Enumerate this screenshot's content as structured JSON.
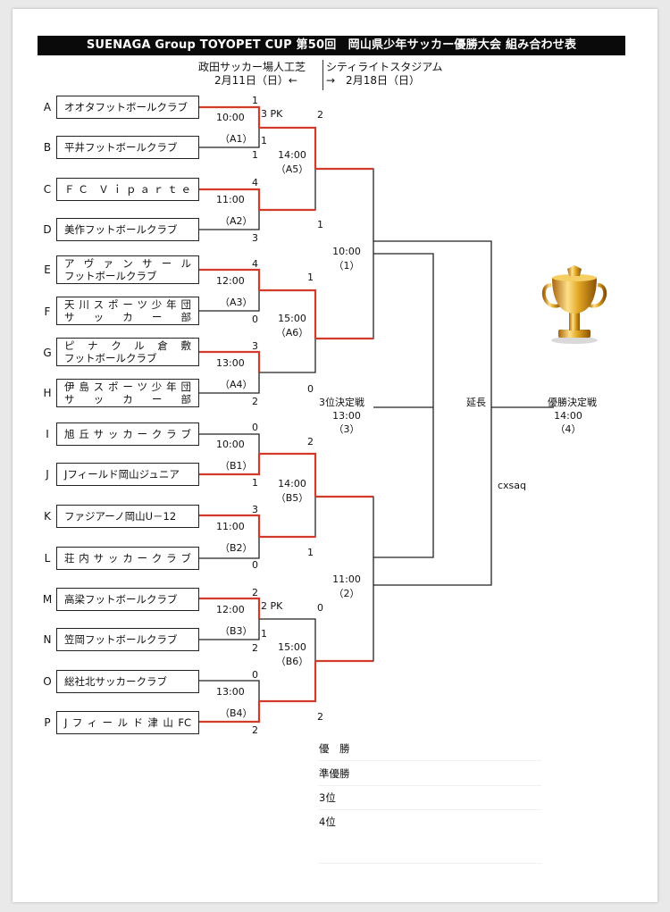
{
  "title": "SUENAGA Group TOYOPET CUP 第50回　岡山県少年サッカー優勝大会 組み合わせ表",
  "venues": {
    "left_name": "政田サッカー場人工芝",
    "left_date": "2月11日（日）←",
    "right_name": "シティライトスタジアム",
    "right_date": "→　2月18日（日）"
  },
  "teams": [
    {
      "letter": "A",
      "lines": [
        "オオタフットボールクラブ"
      ]
    },
    {
      "letter": "B",
      "lines": [
        "平井フットボールクラブ"
      ]
    },
    {
      "letter": "C",
      "lines": [
        "ＦＣ Ｖｉｐａｒｔｅ"
      ]
    },
    {
      "letter": "D",
      "lines": [
        "美作フットボールクラブ"
      ]
    },
    {
      "letter": "E",
      "lines": [
        "アヴァンサール",
        "フットボールクラブ"
      ]
    },
    {
      "letter": "F",
      "lines": [
        "天川スポーツ少年団",
        "サッカー部"
      ]
    },
    {
      "letter": "G",
      "lines": [
        "ピナクル倉敷",
        "フットボールクラブ"
      ]
    },
    {
      "letter": "H",
      "lines": [
        "伊島スポーツ少年団",
        "サッカー部"
      ]
    },
    {
      "letter": "I",
      "lines": [
        "旭丘サッカークラブ"
      ]
    },
    {
      "letter": "J",
      "lines": [
        "Jフィールド岡山ジュニア"
      ]
    },
    {
      "letter": "K",
      "lines": [
        "ファジアーノ岡山U－12"
      ]
    },
    {
      "letter": "L",
      "lines": [
        "荘内サッカークラブ"
      ]
    },
    {
      "letter": "M",
      "lines": [
        "高梁フットボールクラブ"
      ]
    },
    {
      "letter": "N",
      "lines": [
        "笠岡フットボールクラブ"
      ]
    },
    {
      "letter": "O",
      "lines": [
        "総社北サッカークラブ"
      ]
    },
    {
      "letter": "P",
      "lines": [
        "Jフィールド津山FC"
      ]
    }
  ],
  "round1": [
    {
      "time": "10:00",
      "id": "（A1）",
      "score_top": "1",
      "score_bottom": "1",
      "pk_top": "3 PK",
      "pk_bottom": "1"
    },
    {
      "time": "11:00",
      "id": "（A2）",
      "score_top": "4",
      "score_bottom": "3"
    },
    {
      "time": "12:00",
      "id": "（A3）",
      "score_top": "4",
      "score_bottom": "0"
    },
    {
      "time": "13:00",
      "id": "（A4）",
      "score_top": "3",
      "score_bottom": "2"
    },
    {
      "time": "10:00",
      "id": "（B1）",
      "score_top": "0",
      "score_bottom": "1"
    },
    {
      "time": "11:00",
      "id": "（B2）",
      "score_top": "3",
      "score_bottom": "0"
    },
    {
      "time": "12:00",
      "id": "（B3）",
      "score_top": "2",
      "score_bottom": "2",
      "pk_top": "2 PK",
      "pk_bottom": "1"
    },
    {
      "time": "13:00",
      "id": "（B4）",
      "score_top": "0",
      "score_bottom": "2"
    }
  ],
  "quarterfinals": [
    {
      "time": "14:00",
      "id": "（A5）",
      "score_top": "2",
      "score_bottom": "1"
    },
    {
      "time": "15:00",
      "id": "（A6）",
      "score_top": "1",
      "score_bottom": "0"
    },
    {
      "time": "14:00",
      "id": "（B5）",
      "score_top": "2",
      "score_bottom": "1"
    },
    {
      "time": "15:00",
      "id": "（B6）",
      "score_top": "0",
      "score_bottom": "2"
    }
  ],
  "semifinals": [
    {
      "time": "10:00",
      "id": "（1）"
    },
    {
      "time": "11:00",
      "id": "（2）"
    }
  ],
  "third_place": {
    "label": "3位決定戦",
    "time": "13:00",
    "id": "（3）"
  },
  "final": {
    "label": "優勝決定戦",
    "time": "14:00",
    "id": "（4）"
  },
  "extra_time_label": "延長",
  "stray_text": "cxsaq",
  "results": [
    {
      "label": "優　勝"
    },
    {
      "label": "準優勝"
    },
    {
      "label": "3位"
    },
    {
      "label": "4位"
    }
  ],
  "colors": {
    "winner_line": "#d23a2a",
    "line": "#222222",
    "title_bg": "#0a0a0a",
    "trophy_gold": "#e0a521"
  }
}
